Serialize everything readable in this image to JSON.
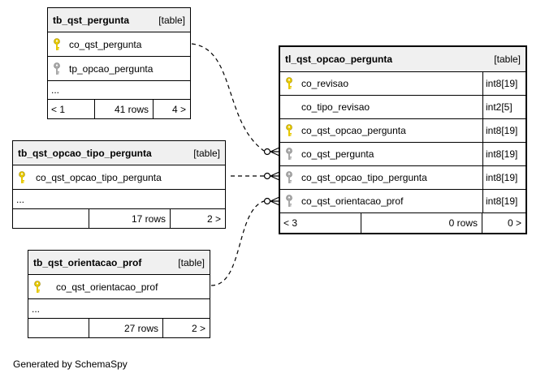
{
  "tables": {
    "tb_qst_pergunta": {
      "name": "tb_qst_pergunta",
      "tag": "[table]",
      "columns": [
        {
          "name": "co_qst_pergunta",
          "key": "primary"
        },
        {
          "name": "tp_opcao_pergunta",
          "key": "foreign"
        }
      ],
      "ellipsis": "...",
      "footer": {
        "prev": "< 1",
        "rows": "41 rows",
        "next": "4 >"
      }
    },
    "tb_qst_opcao_tipo_pergunta": {
      "name": "tb_qst_opcao_tipo_pergunta",
      "tag": "[table]",
      "columns": [
        {
          "name": "co_qst_opcao_tipo_pergunta",
          "key": "primary"
        }
      ],
      "ellipsis": "...",
      "footer": {
        "prev": "",
        "rows": "17 rows",
        "next": "2 >"
      }
    },
    "tb_qst_orientacao_prof": {
      "name": "tb_qst_orientacao_prof",
      "tag": "[table]",
      "columns": [
        {
          "name": "co_qst_orientacao_prof",
          "key": "primary"
        }
      ],
      "ellipsis": "...",
      "footer": {
        "prev": "",
        "rows": "27 rows",
        "next": "2 >"
      }
    },
    "tl_qst_opcao_pergunta": {
      "name": "tl_qst_opcao_pergunta",
      "tag": "[table]",
      "columns": [
        {
          "name": "co_revisao",
          "type": "int8[19]",
          "key": "primary"
        },
        {
          "name": "co_tipo_revisao",
          "type": "int2[5]",
          "key": "none"
        },
        {
          "name": "co_qst_opcao_pergunta",
          "type": "int8[19]",
          "key": "primary"
        },
        {
          "name": "co_qst_pergunta",
          "type": "int8[19]",
          "key": "foreign"
        },
        {
          "name": "co_qst_opcao_tipo_pergunta",
          "type": "int8[19]",
          "key": "foreign"
        },
        {
          "name": "co_qst_orientacao_prof",
          "type": "int8[19]",
          "key": "foreign"
        }
      ],
      "footer": {
        "prev": "< 3",
        "rows": "0 rows",
        "next": "0 >"
      }
    }
  },
  "colors": {
    "primary_key": "#e6c800",
    "foreign_key": "#a8a8a8",
    "header_bg": "#f0f0f0",
    "line": "#000000"
  },
  "icons": {
    "primary": "key-icon",
    "foreign": "key-icon"
  },
  "footer_text": "Generated by SchemaSpy"
}
